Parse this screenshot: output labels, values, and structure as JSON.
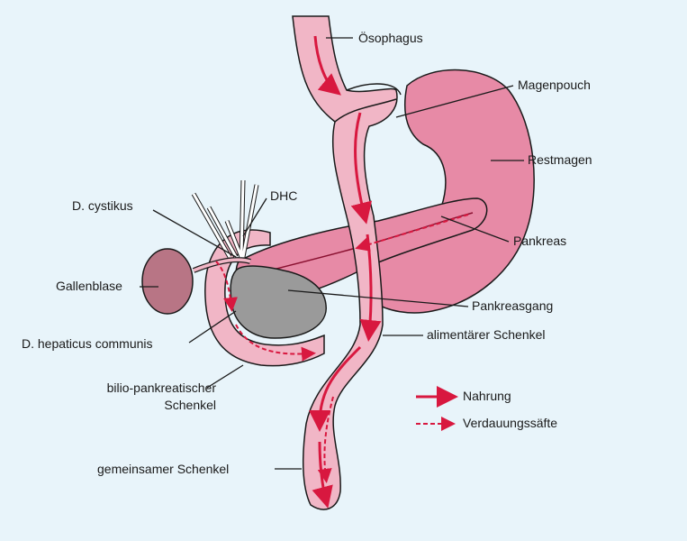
{
  "labels": {
    "oesophagus": "Ösophagus",
    "magenpouch": "Magenpouch",
    "restmagen": "Restmagen",
    "d_cystikus": "D. cystikus",
    "dhc": "DHC",
    "pankreas": "Pankreas",
    "gallenblase": "Gallenblase",
    "pankreasgang": "Pankreasgang",
    "d_hepaticus": "D. hepaticus communis",
    "alimentaer": "alimentärer Schenkel",
    "bilio_line1": "bilio-pankreatischer",
    "bilio_line2": "Schenkel",
    "gemeinsam": "gemeinsamer Schenkel"
  },
  "legend": {
    "nahrung": "Nahrung",
    "verdauung": "Verdauungssäfte"
  },
  "colors": {
    "background": "#e8f4fa",
    "organ_fill": "#e78aa6",
    "organ_light": "#f1b6c6",
    "gallbladder": "#b87585",
    "duct_gray": "#9a9a9a",
    "arrow": "#d8183f",
    "outline": "#1a1a1a"
  }
}
